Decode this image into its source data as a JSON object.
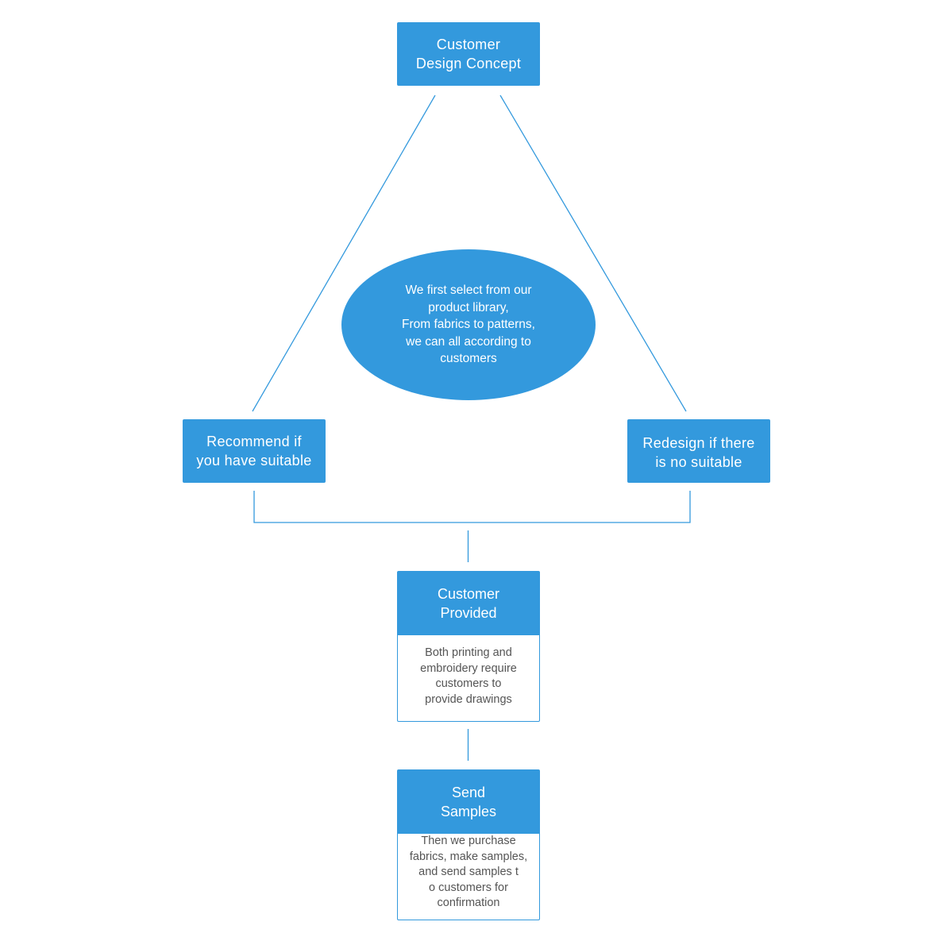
{
  "colors": {
    "accent": "#3399dd",
    "body_text": "#555555"
  },
  "nodes": {
    "design_concept": {
      "label": "Customer\nDesign Concept"
    },
    "center_note": {
      "text": "We first select from our\nproduct library,\nFrom fabrics to patterns,\nwe can all according to\ncustomers"
    },
    "recommend": {
      "label": "Recommend if\nyou have suitable"
    },
    "redesign": {
      "label": "Redesign if there\nis no suitable"
    },
    "customer_provided": {
      "title": "Customer\nProvided",
      "body": "Both printing and\nembroidery require\ncustomers to\nprovide drawings"
    },
    "send_samples": {
      "title": "Send\nSamples",
      "body": "Then we purchase\nfabrics, make samples,\nand send samples t\no customers for\nconfirmation"
    }
  }
}
